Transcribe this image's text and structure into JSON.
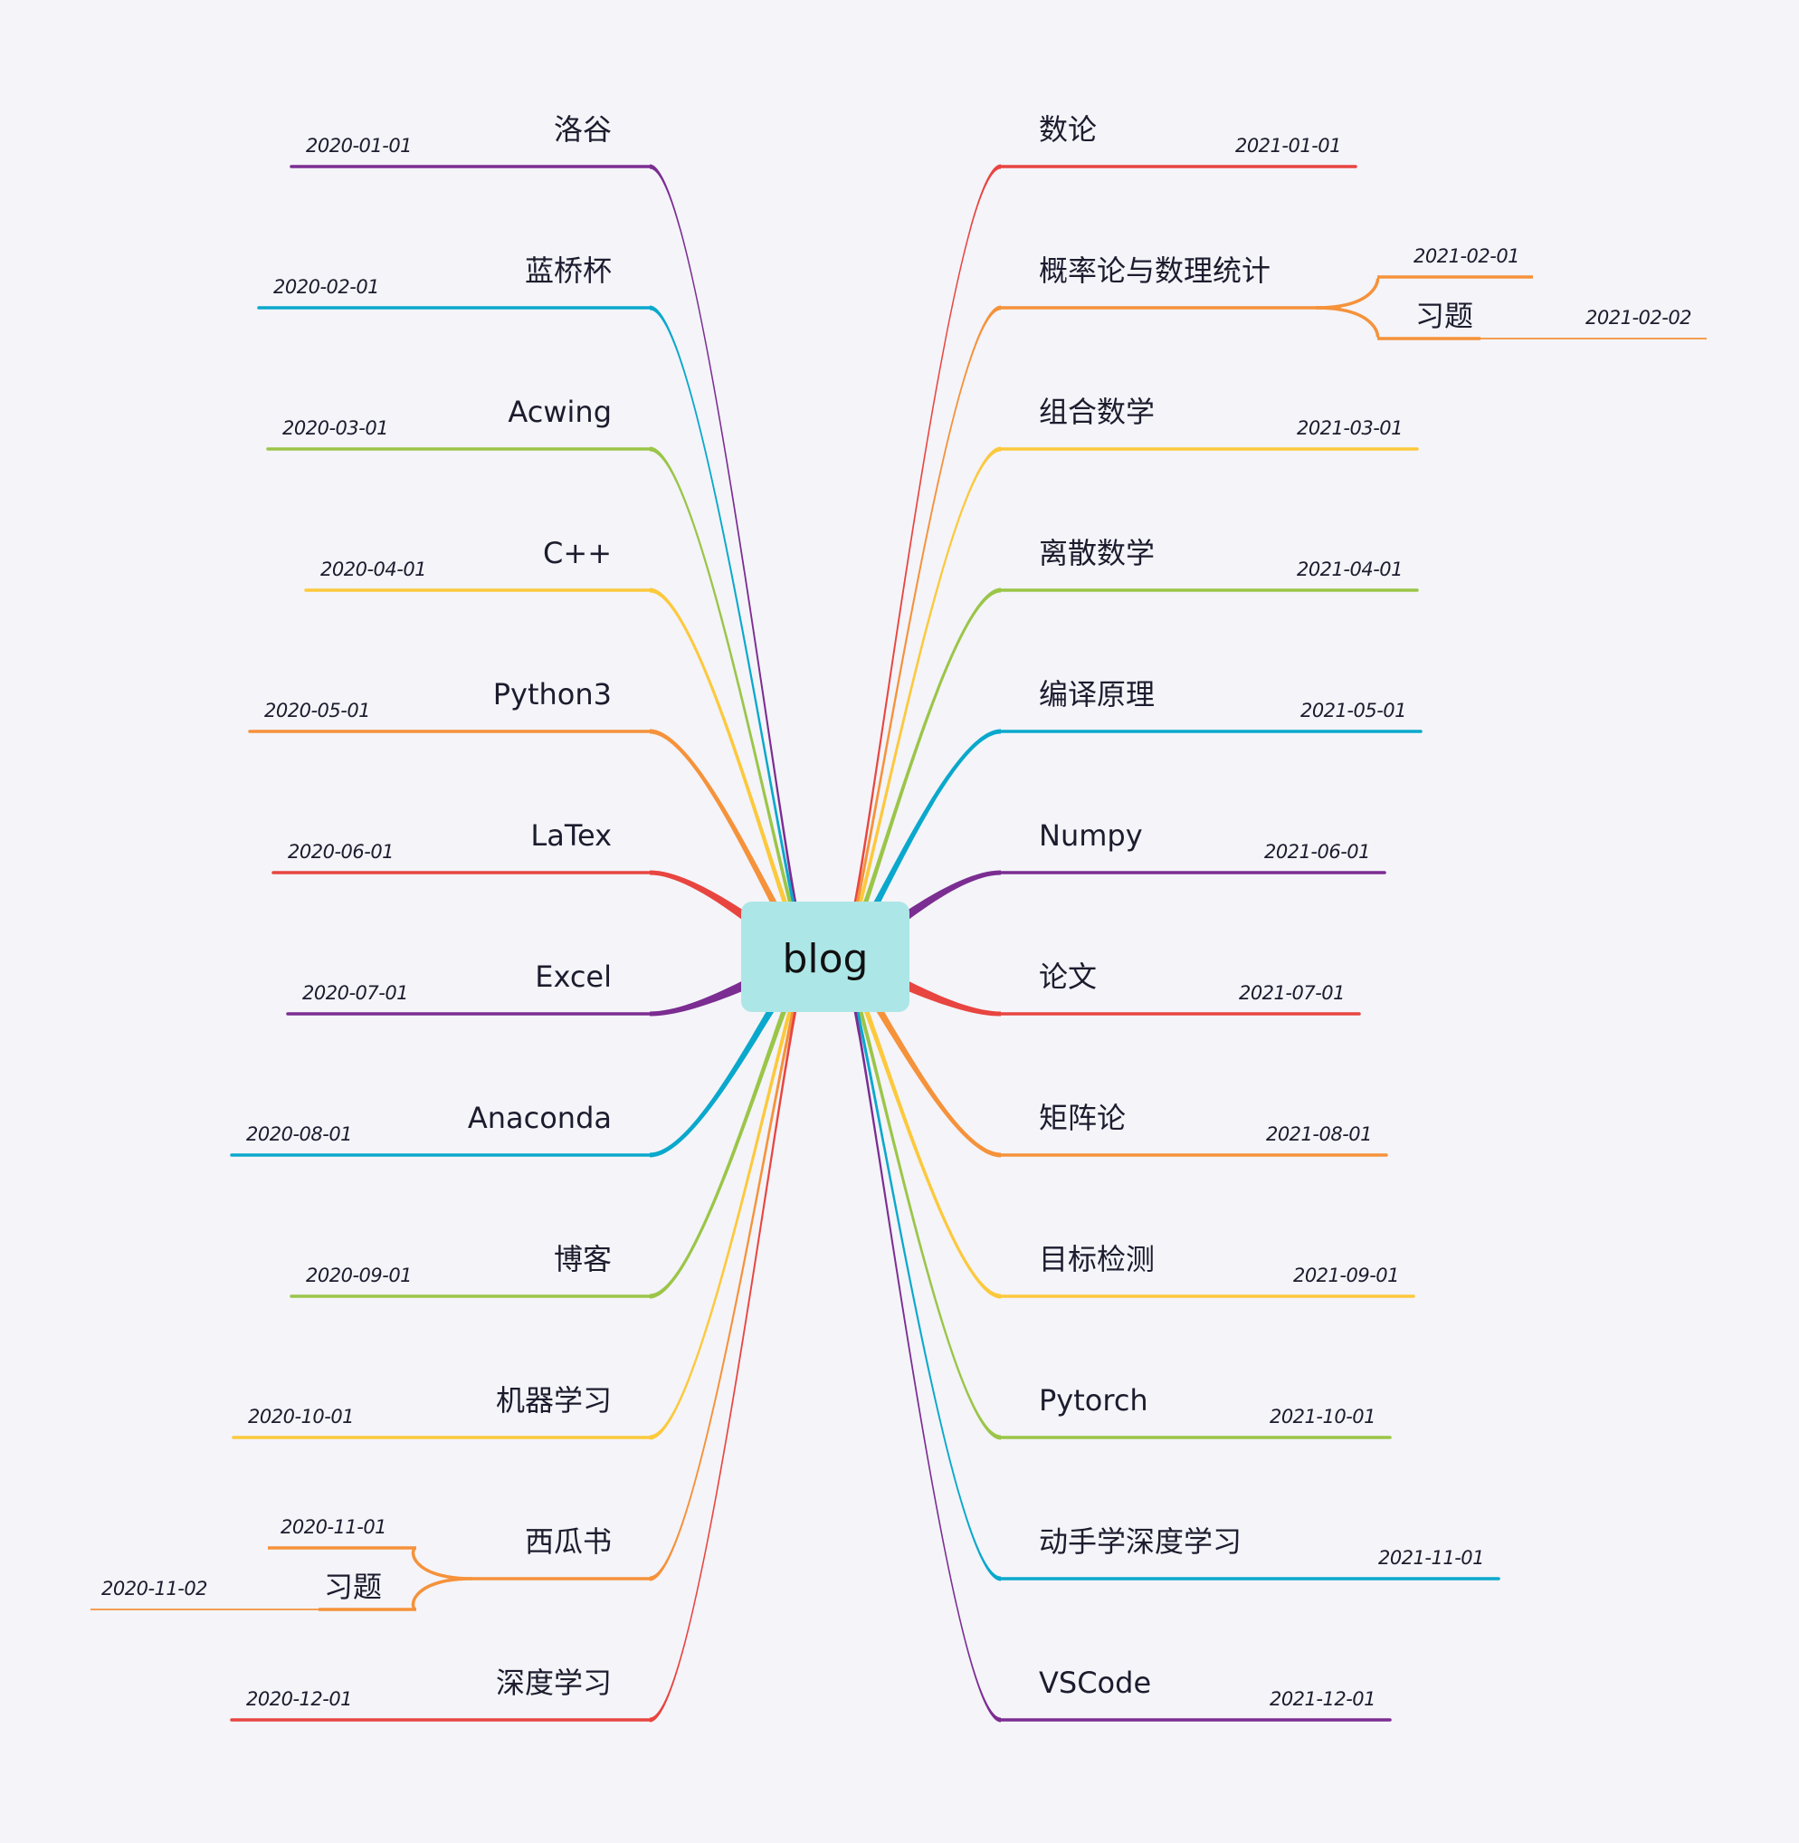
{
  "root": {
    "label": "blog",
    "fill": "#ade6e6"
  },
  "palette": {
    "purple": "#7b2d91",
    "blue": "#0aa8cc",
    "green": "#9bc548",
    "yellow": "#fcc93c",
    "orange": "#f5923a",
    "red": "#e84540"
  },
  "left": [
    {
      "label": "洛谷",
      "date": "2020-01-01",
      "color": "purple"
    },
    {
      "label": "蓝桥杯",
      "date": "2020-02-01",
      "color": "blue"
    },
    {
      "label": "Acwing",
      "date": "2020-03-01",
      "color": "green"
    },
    {
      "label": "C++",
      "date": "2020-04-01",
      "color": "yellow"
    },
    {
      "label": "Python3",
      "date": "2020-05-01",
      "color": "orange"
    },
    {
      "label": "LaTex",
      "date": "2020-06-01",
      "color": "red"
    },
    {
      "label": "Excel",
      "date": "2020-07-01",
      "color": "purple"
    },
    {
      "label": "Anaconda",
      "date": "2020-08-01",
      "color": "blue"
    },
    {
      "label": "博客",
      "date": "2020-09-01",
      "color": "green"
    },
    {
      "label": "机器学习",
      "date": "2020-10-01",
      "color": "yellow"
    },
    {
      "label": "西瓜书",
      "date": "",
      "color": "orange",
      "children": [
        {
          "label": "",
          "date": "2020-11-01"
        },
        {
          "label": "习题",
          "date": "2020-11-02"
        }
      ]
    },
    {
      "label": "深度学习",
      "date": "2020-12-01",
      "color": "red"
    }
  ],
  "right": [
    {
      "label": "数论",
      "date": "2021-01-01",
      "color": "red"
    },
    {
      "label": "概率论与数理统计",
      "date": "",
      "color": "orange",
      "children": [
        {
          "label": "",
          "date": "2021-02-01"
        },
        {
          "label": "习题",
          "date": "2021-02-02"
        }
      ]
    },
    {
      "label": "组合数学",
      "date": "2021-03-01",
      "color": "yellow"
    },
    {
      "label": "离散数学",
      "date": "2021-04-01",
      "color": "green"
    },
    {
      "label": "编译原理",
      "date": "2021-05-01",
      "color": "blue"
    },
    {
      "label": "Numpy",
      "date": "2021-06-01",
      "color": "purple"
    },
    {
      "label": "论文",
      "date": "2021-07-01",
      "color": "red"
    },
    {
      "label": "矩阵论",
      "date": "2021-08-01",
      "color": "orange"
    },
    {
      "label": "目标检测",
      "date": "2021-09-01",
      "color": "yellow"
    },
    {
      "label": "Pytorch",
      "date": "2021-10-01",
      "color": "green"
    },
    {
      "label": "动手学深度学习",
      "date": "2021-11-01",
      "color": "blue"
    },
    {
      "label": "VSCode",
      "date": "2021-12-01",
      "color": "purple"
    }
  ]
}
